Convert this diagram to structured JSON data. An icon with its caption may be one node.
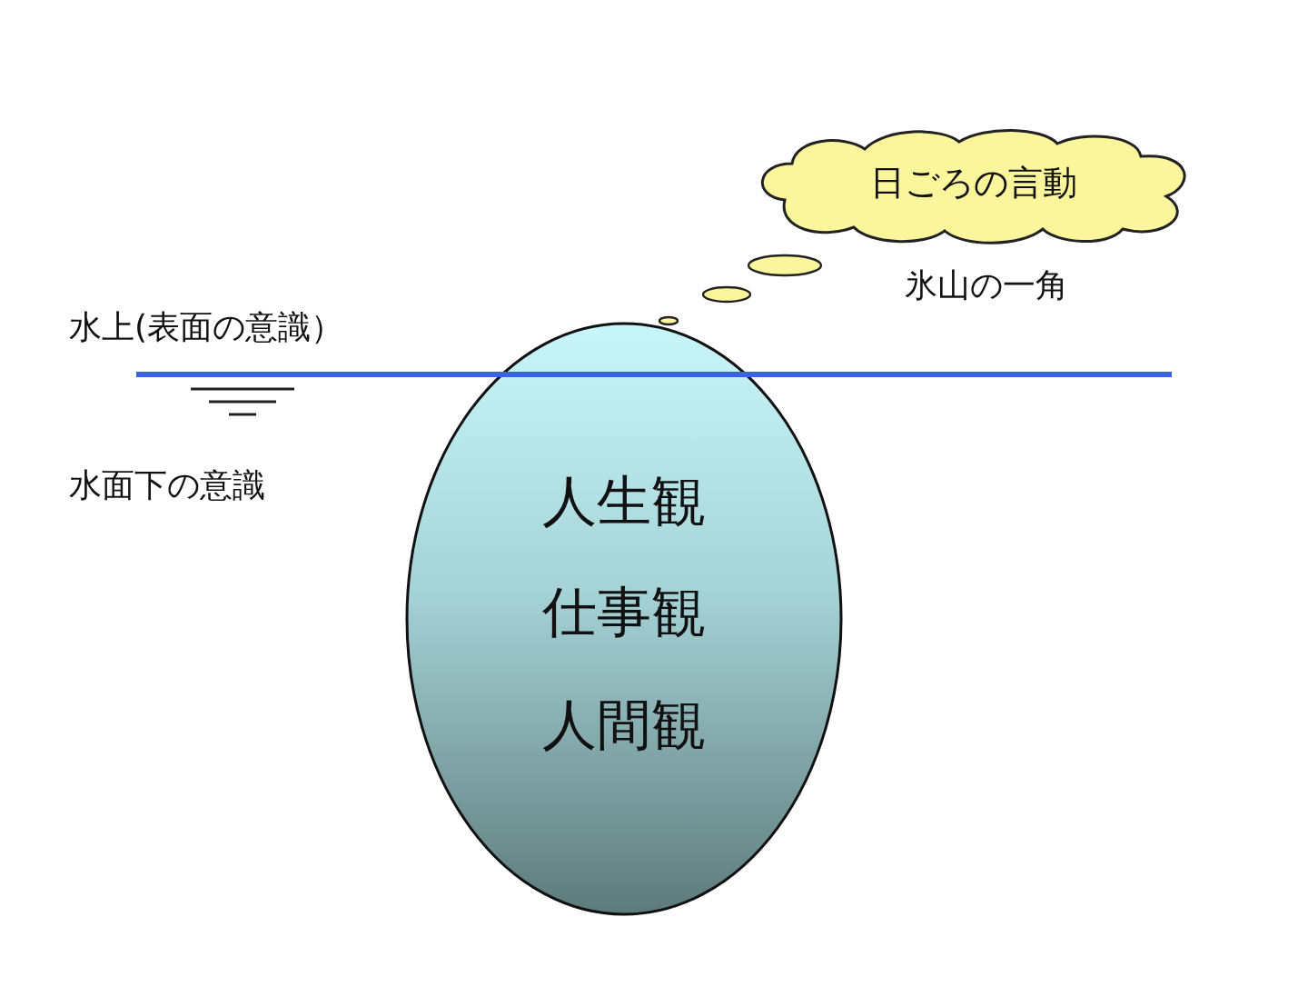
{
  "diagram": {
    "nodes": [
      {
        "text": [
          "日ごろの言動"
        ]
      },
      {
        "text": [
          "人生観",
          "仕事観",
          "人間観"
        ]
      }
    ],
    "labels": [
      "水上(表面の意識）",
      "氷山の一角",
      "水面下の意識"
    ]
  }
}
